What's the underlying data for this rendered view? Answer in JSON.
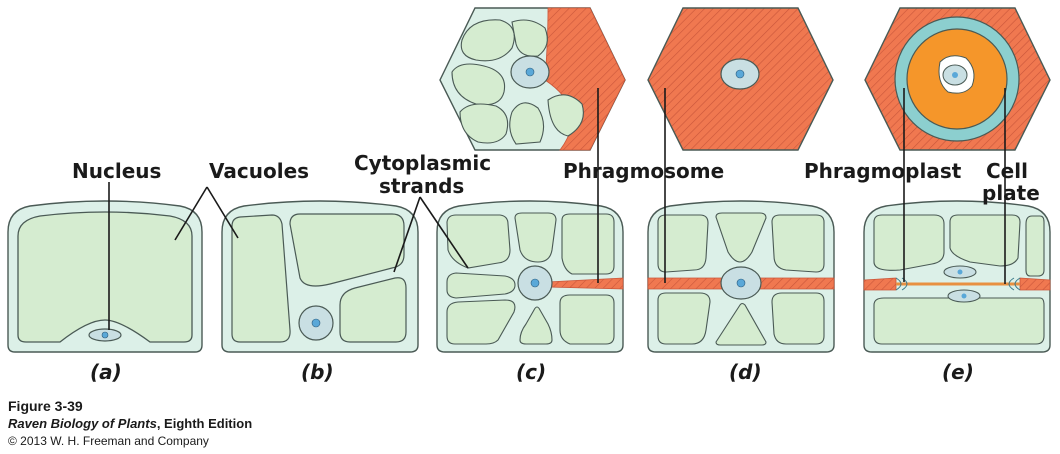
{
  "labels": {
    "nucleus": "Nucleus",
    "vacuoles": "Vacuoles",
    "cytoplasmic_line1": "Cytoplasmic",
    "cytoplasmic_line2": "strands",
    "phragmosome": "Phragmosome",
    "phragmoplast": "Phragmoplast",
    "cell_plate_line1": "Cell",
    "cell_plate_line2": "plate"
  },
  "panels": [
    "(a)",
    "(b)",
    "(c)",
    "(d)",
    "(e)"
  ],
  "caption": {
    "figure": "Figure 3-39",
    "book_title": "Raven Biology of Plants",
    "edition": ", Eighth Edition",
    "copyright": "© 2013 W. H. Freeman and Company"
  },
  "colors": {
    "cell_fill": "#dcf0e8",
    "vacuole_fill": "#d5ecd0",
    "phragmosome": "#f07850",
    "cell_plate": "#f5962a",
    "phragmoplast": "#8ccfcf",
    "outline": "#4a5a55"
  }
}
